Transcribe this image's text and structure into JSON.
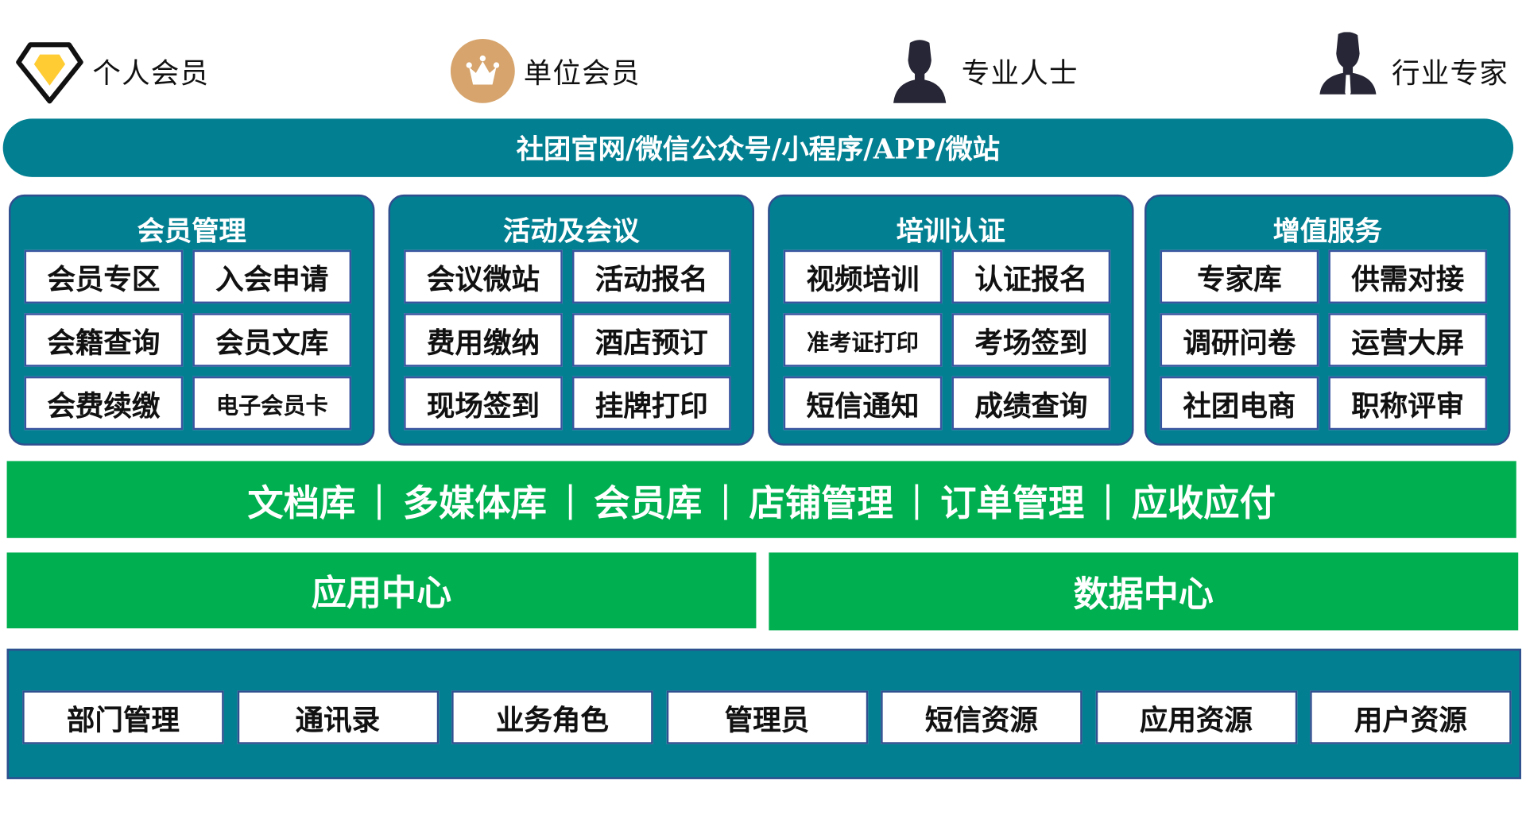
{
  "roles": [
    {
      "label": "个人会员",
      "icon": "diamond-icon"
    },
    {
      "label": "单位会员",
      "icon": "crown-icon"
    },
    {
      "label": "专业人士",
      "icon": "person-icon"
    },
    {
      "label": "行业专家",
      "icon": "person-tie-icon"
    }
  ],
  "channels": "社团官网/微信公众号/小程序/APP/微站",
  "panels": [
    {
      "title": "会员管理",
      "items": [
        "会员专区",
        "入会申请",
        "会籍查询",
        "会员文库",
        "会费续缴",
        "电子会员卡"
      ]
    },
    {
      "title": "活动及会议",
      "items": [
        "会议微站",
        "活动报名",
        "费用缴纳",
        "酒店预订",
        "现场签到",
        "挂牌打印"
      ]
    },
    {
      "title": "培训认证",
      "items": [
        "视频培训",
        "认证报名",
        "准考证打印",
        "考场签到",
        "短信通知",
        "成绩查询"
      ]
    },
    {
      "title": "增值服务",
      "items": [
        "专家库",
        "供需对接",
        "调研问卷",
        "运营大屏",
        "社团电商",
        "职称评审"
      ]
    }
  ],
  "resources": [
    "文档库",
    "多媒体库",
    "会员库",
    "店铺管理",
    "订单管理",
    "应收应付"
  ],
  "separator": "|",
  "centers": [
    "应用中心",
    "数据中心"
  ],
  "base_items": [
    "部门管理",
    "通讯录",
    "业务角色",
    "管理员",
    "短信资源",
    "应用资源",
    "用户资源"
  ],
  "colors": {
    "teal": "#037F92",
    "green": "#00B050",
    "border": "#2F4F8F",
    "gold": "#D6A46C",
    "diamond": "#FFCC33"
  }
}
